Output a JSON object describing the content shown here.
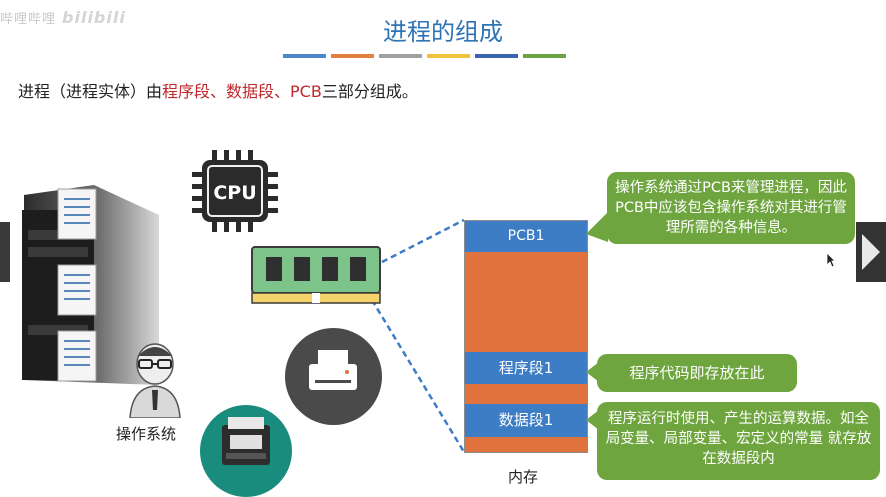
{
  "watermark": {
    "left": "哔哩哔哩",
    "logo": "bilibili"
  },
  "slide": {
    "title": "进程的组成",
    "intro_prefix": "进程（进程实体）由",
    "intro_red": "程序段、数据段、PCB",
    "intro_suffix": "三部分组成。"
  },
  "title_bar_colors": [
    "#4f87c9",
    "#e57f3f",
    "#a0a0a0",
    "#f2c23c",
    "#3b63ad",
    "#6aa343"
  ],
  "devices": {
    "cpu_label": "CPU",
    "os_label": "操作系统"
  },
  "memory": {
    "pcb_label": "PCB1",
    "program_label": "程序段1",
    "data_label": "数据段1",
    "caption": "内存"
  },
  "callouts": {
    "pcb": "操作系统通过PCB来管理进程，因此PCB中应该包含操作系统对其进行管理所需的各种信息。",
    "program": "程序代码即存放在此",
    "data": "程序运行时使用、产生的运算数据。如全局变量、局部变量、宏定义的常量 就存放在数据段内"
  },
  "colors": {
    "title": "#2f74b5",
    "memory_blue": "#3d7dc5",
    "memory_orange": "#e0733d",
    "callout_green": "#6ea53f",
    "highlight_red": "#c0282d"
  }
}
